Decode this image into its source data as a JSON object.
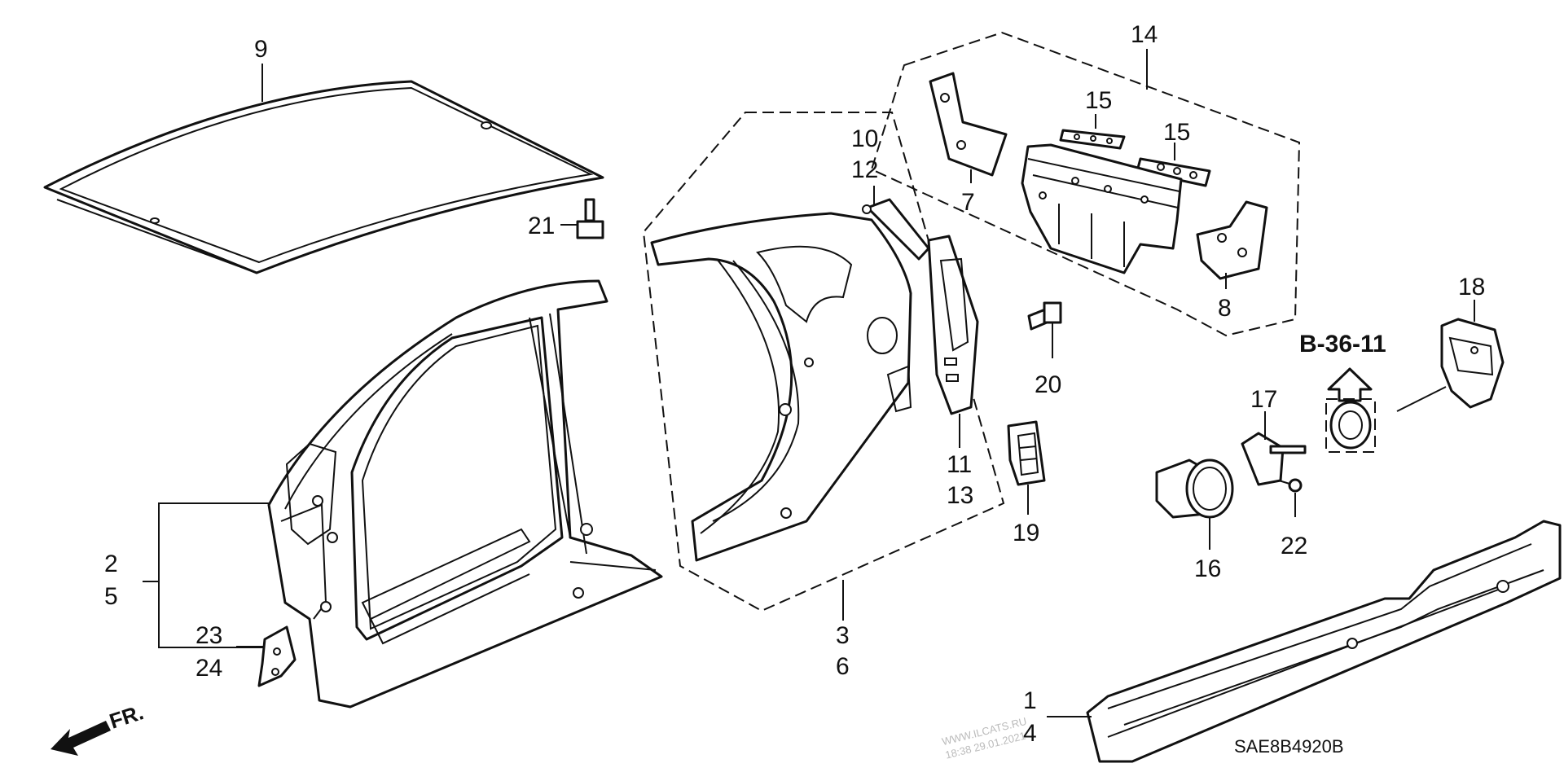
{
  "callouts": {
    "n1": "1",
    "n2": "2",
    "n3": "3",
    "n4": "4",
    "n5": "5",
    "n6": "6",
    "n7": "7",
    "n8": "8",
    "n9": "9",
    "n10": "10",
    "n11": "11",
    "n12": "12",
    "n13": "13",
    "n14": "14",
    "n15a": "15",
    "n15b": "15",
    "n16": "16",
    "n17": "17",
    "n18": "18",
    "n19": "19",
    "n20": "20",
    "n21": "21",
    "n22": "22",
    "n23": "23",
    "n24": "24"
  },
  "reference": "B-36-11",
  "direction_label": "FR.",
  "diagram_code": "SAE8B4920B",
  "watermark": {
    "site": "WWW.ILCATS.RU",
    "timestamp": "18:38 29.01.2021"
  }
}
